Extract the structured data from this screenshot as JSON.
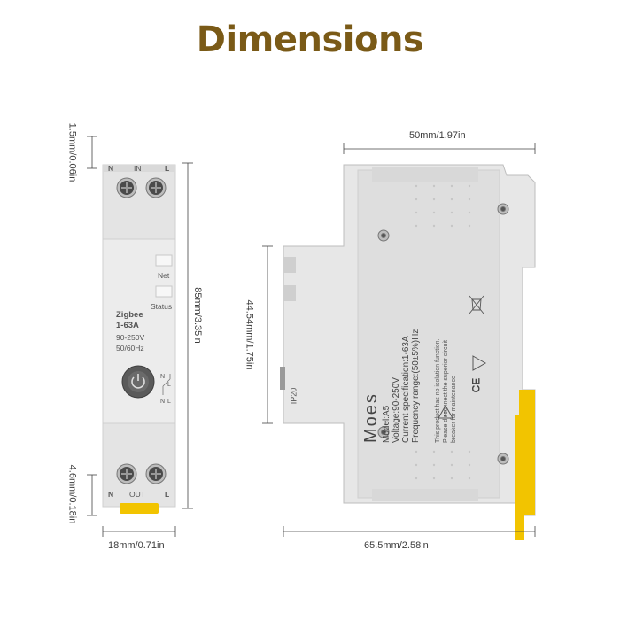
{
  "title": "Dimensions",
  "colors": {
    "title": "#7a5a17",
    "yellow": "#f2c400",
    "body": "#e9e9e9",
    "line": "#444444"
  },
  "front": {
    "top_terminals": [
      "N",
      "IN",
      "L"
    ],
    "bottom_terminals": [
      "N",
      "OUT",
      "L"
    ],
    "indicators": [
      "Net",
      "Status"
    ],
    "product": "Zigbee",
    "rating": "1-63A",
    "voltage": "90-250V",
    "frequency": "50/60Hz",
    "switch_symbols": [
      "N",
      "L",
      "N",
      "L"
    ]
  },
  "side": {
    "brand": "Moes",
    "model": "Model:A5",
    "voltage": "Voltage:90-250V",
    "current": "Current specification:1-63A",
    "frequency": "Frequency range:(50±5%)Hz",
    "warning_1": "This product has no isolation function.",
    "warning_2": "Please disconnect the superior circuit",
    "warning_3": "breaker for maintenance",
    "ip": "IP20",
    "ce": "CE"
  },
  "dimensions": {
    "front_top_gap": "1.5mm/0.06in",
    "front_height": "85mm/3.35in",
    "front_bottom_gap": "4.6mm/0.18in",
    "front_width": "18mm/0.71in",
    "side_width": "50mm/1.97in",
    "side_height": "44.54mm/1.75in",
    "side_depth": "65.5mm/2.58in"
  }
}
